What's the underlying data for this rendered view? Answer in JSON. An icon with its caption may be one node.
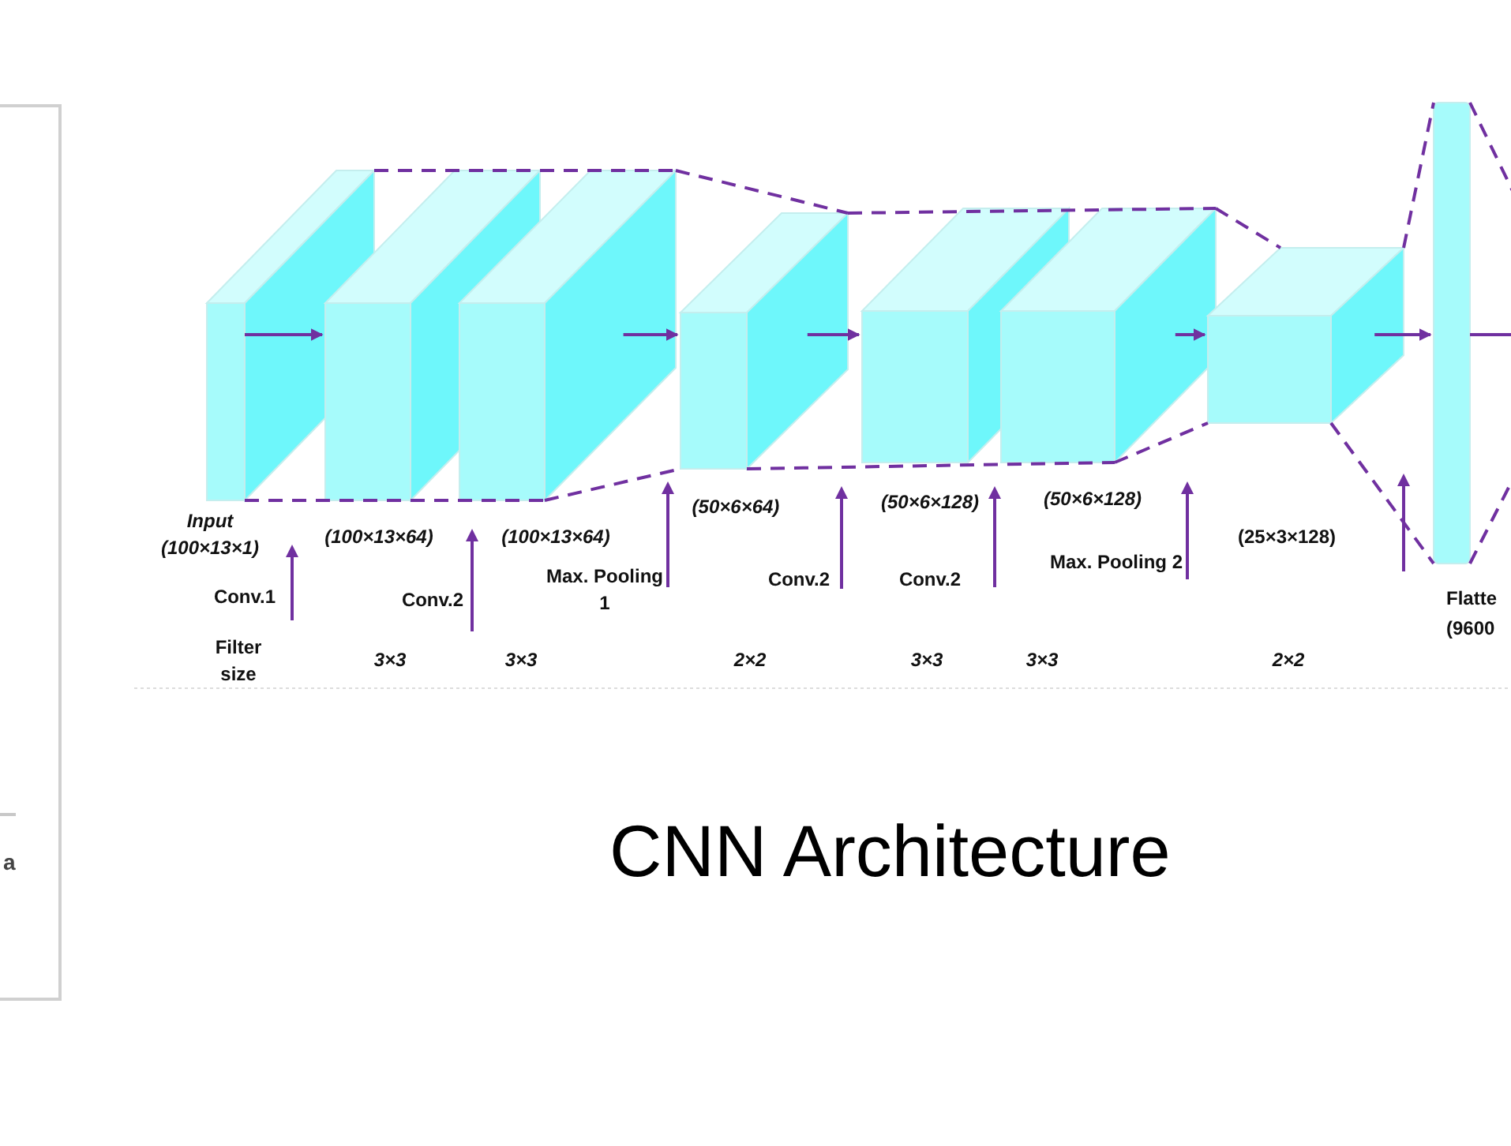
{
  "diagram": {
    "title": "CNN Architecture",
    "nodes": [
      {
        "text": [],
        "shape": "box"
      },
      {
        "text": [],
        "shape": "box"
      },
      {
        "text": [],
        "shape": "box"
      },
      {
        "text": [],
        "shape": "box"
      },
      {
        "text": [],
        "shape": "box"
      },
      {
        "text": [],
        "shape": "box"
      },
      {
        "text": [],
        "shape": "box"
      },
      {
        "text": [],
        "shape": "bar"
      }
    ],
    "edges": [
      {
        "from": 0,
        "to": 1,
        "arrow": "to"
      },
      {
        "from": 2,
        "to": 3,
        "arrow": "to"
      },
      {
        "from": 3,
        "to": 4,
        "arrow": "to"
      },
      {
        "from": 5,
        "to": 6,
        "arrow": "to"
      },
      {
        "from": 6,
        "to": 7,
        "arrow": "to"
      },
      {
        "from": 7,
        "to": null,
        "arrow": "none"
      },
      {
        "from": 0,
        "to": 2,
        "arrow": "none",
        "style": "dashed"
      },
      {
        "from": 0,
        "to": 2,
        "arrow": "none",
        "style": "dashed"
      },
      {
        "from": 2,
        "to": 3,
        "arrow": "none",
        "style": "dashed"
      },
      {
        "from": 2,
        "to": 3,
        "arrow": "none",
        "style": "dashed"
      },
      {
        "from": 3,
        "to": 5,
        "arrow": "none",
        "style": "dashed"
      },
      {
        "from": 3,
        "to": 5,
        "arrow": "none",
        "style": "dashed"
      },
      {
        "from": 5,
        "to": 6,
        "arrow": "none",
        "style": "dashed"
      },
      {
        "from": 5,
        "to": 6,
        "arrow": "none",
        "style": "dashed"
      },
      {
        "from": 6,
        "to": 7,
        "arrow": "none",
        "style": "dashed"
      },
      {
        "from": 6,
        "to": 7,
        "arrow": "none",
        "style": "dashed"
      },
      {
        "from": 7,
        "to": null,
        "arrow": "none",
        "style": "dashed"
      },
      {
        "from": 7,
        "to": null,
        "arrow": "none",
        "style": "dashed"
      }
    ],
    "labels": [
      "Input (100×13×1)",
      "(100×13×64)",
      "(100×13×64)",
      "(50×6×64)",
      "(50×6×128)",
      "(50×6×128)",
      "(25×3×128)",
      "Conv.1",
      "Conv.2",
      "Max. Pooling 1",
      "Conv.2",
      "Conv.2",
      "Max. Pooling 2",
      "Flatte (9600",
      "Filter size",
      "3×3",
      "3×3",
      "2×2",
      "3×3",
      "3×3",
      "2×2",
      "a"
    ]
  }
}
